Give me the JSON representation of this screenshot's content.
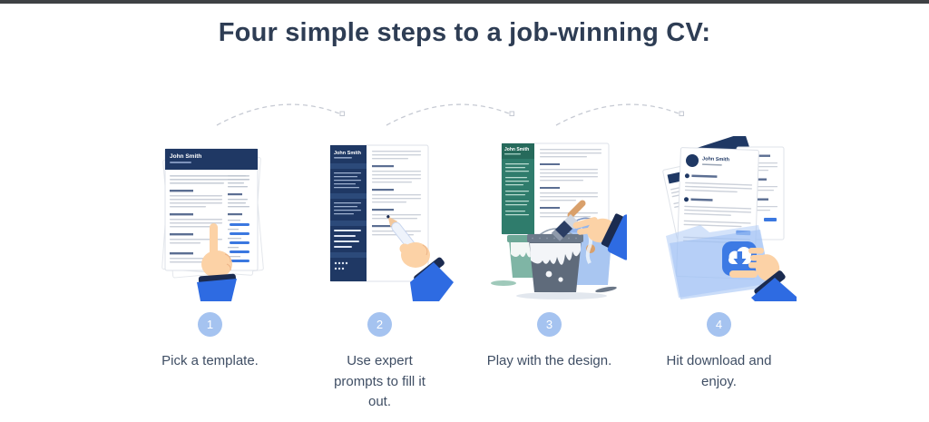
{
  "page": {
    "title": "Four simple steps to a job-winning CV:"
  },
  "steps": [
    {
      "number": "1",
      "label": "Pick a template.",
      "illustration": "cv-template-with-pointing-hand"
    },
    {
      "number": "2",
      "label": "Use expert prompts to fill it out.",
      "illustration": "cv-with-hand-writing-pen"
    },
    {
      "number": "3",
      "label": "Play with the design.",
      "illustration": "cv-with-paint-buckets-and-brush"
    },
    {
      "number": "4",
      "label": "Hit download and enjoy.",
      "illustration": "cv-stack-with-download-app-icon"
    }
  ],
  "illustration": {
    "cv_name": "John Smith"
  },
  "colors": {
    "title_text": "#2e3d54",
    "label_text": "#3f4e64",
    "step_badge": "#a5c3f0",
    "badge_text": "#ffffff",
    "cv_navy": "#1f3864",
    "cv_teal": "#2f7c6c",
    "accent_blue": "#3b78e0",
    "sleeve_blue": "#2e6be2",
    "cuff_navy": "#1b2b50",
    "skin": "#fcd2a6",
    "arc_dash": "#c6cad3",
    "top_bar": "#3e4144"
  }
}
